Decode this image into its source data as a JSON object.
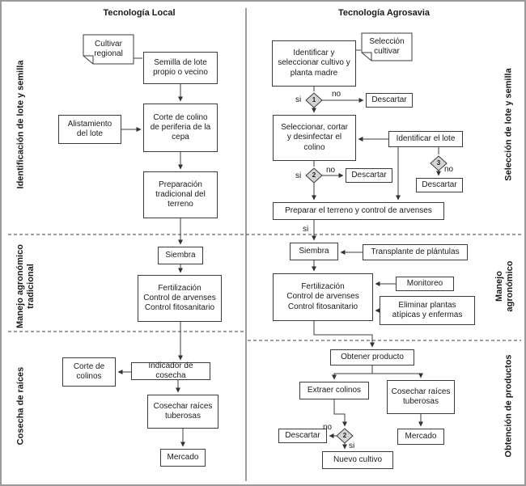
{
  "titles": {
    "left": "Tecnología Local",
    "right": "Tecnología Agrosavia"
  },
  "labels": {
    "yes": "si",
    "no": "no"
  },
  "left": {
    "side_labels": {
      "top": "Identificación de lote y semilla",
      "middle": "Manejo agronómico\ntradicional",
      "bottom": "Cosecha de raíces"
    },
    "nodes": {
      "cultivar_regional": "Cultivar\nregional",
      "semilla": "Semilla de lote\npropio o vecino",
      "alistamiento": "Alistamiento\ndel lote",
      "corte_colino": "Corte de colino\nde periferia de la\ncepa",
      "preparacion": "Preparación\ntradicional del\nterreno",
      "siembra": "Siembra",
      "fertilizacion": "Fertilización\nControl de arvenses\nControl fitosanitario",
      "corte_colinos": "Corte de\ncolinos",
      "indicador": "Indicador de cosecha",
      "cosechar": "Cosechar raíces\ntuberosas",
      "mercado": "Mercado"
    }
  },
  "right": {
    "side_labels": {
      "top": "Selección de lote y semilla",
      "middle": "Manejo\nagronómico",
      "bottom": "Obtención de productos"
    },
    "decisions": {
      "d1": "1",
      "d2": "2",
      "d3": "3",
      "d4": "2"
    },
    "nodes": {
      "identificar_planta": "Identificar y\nseleccionar cultivo y\nplanta madre",
      "seleccion_cultivar": "Selección\ncultivar",
      "descartar_1": "Descartar",
      "seleccionar_cortar": "Seleccionar, cortar\ny desinfectar el\ncolino",
      "identificar_lote": "Identificar el lote",
      "descartar_2": "Descartar",
      "descartar_3": "Descartar",
      "preparar_terreno": "Preparar el terreno y control de arvenses",
      "siembra": "Siembra",
      "transplante": "Transplante de plántulas",
      "fertilizacion": "Fertilización\nControl de arvenses\nControl fitosanitario",
      "monitoreo": "Monitoreo",
      "eliminar_plantas": "Eliminar plantas\natípicas y enfermas",
      "obtener_producto": "Obtener producto",
      "extraer_colinos": "Extraer colinos",
      "cosechar_raices": "Cosechar raíces\ntuberosas",
      "mercado": "Mercado",
      "descartar_4": "Descartar",
      "nuevo_cultivo": "Nuevo cultivo"
    }
  }
}
